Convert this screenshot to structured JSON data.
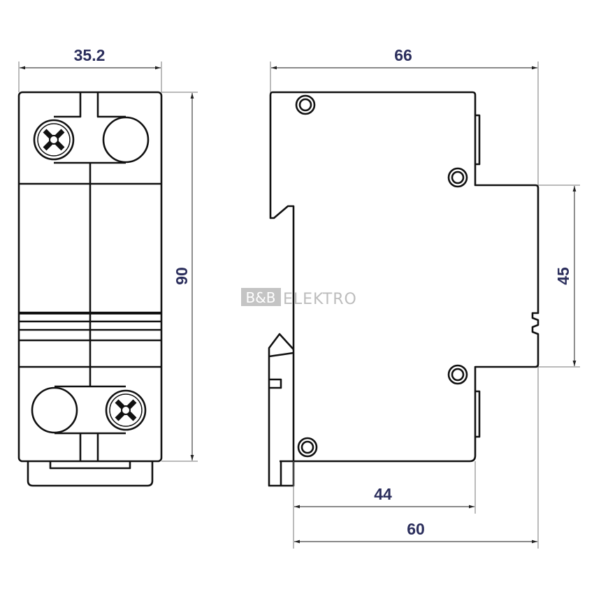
{
  "drawing": {
    "dimensions": {
      "front_width": "35.2",
      "front_height": "90",
      "side_depth": "66",
      "side_mid_height": "45",
      "side_depth_inner": "44",
      "side_depth_rail": "60"
    },
    "watermark": {
      "brand_box": "B&B",
      "brand_text": "ELEKTRO"
    },
    "colors": {
      "dimension_text": "#2b2e5c",
      "outline": "#111111",
      "watermark": "#bdbdbd"
    }
  }
}
